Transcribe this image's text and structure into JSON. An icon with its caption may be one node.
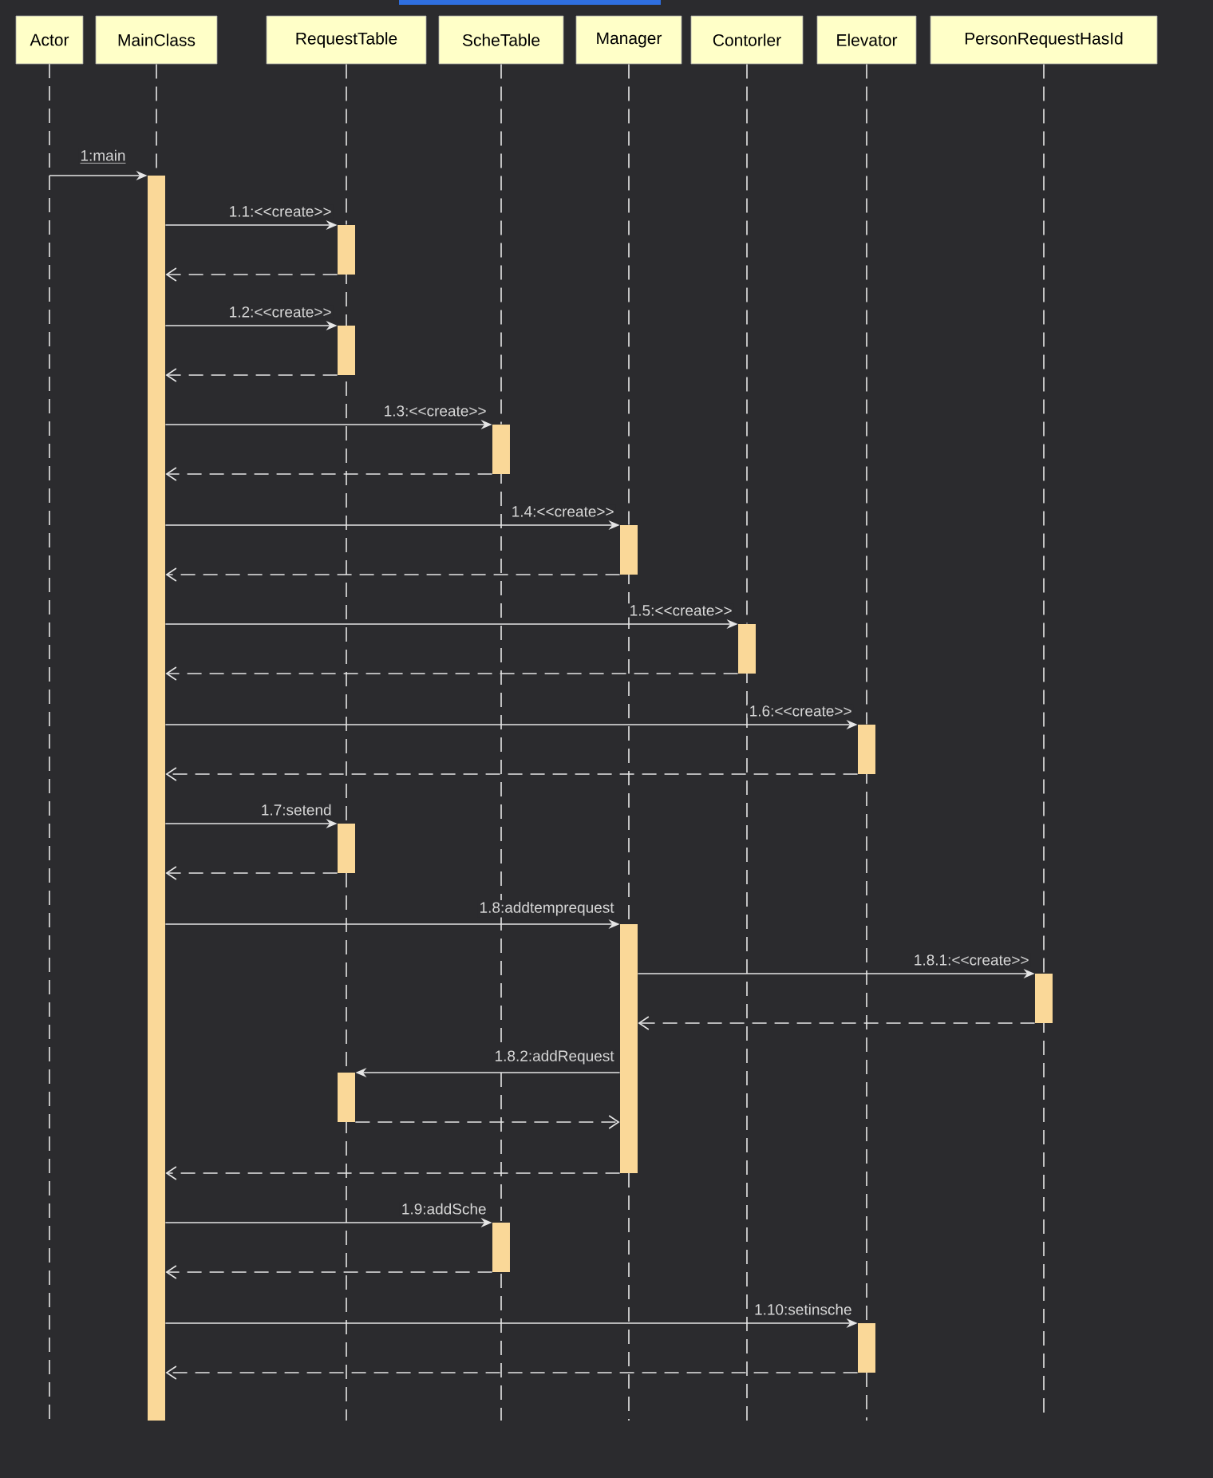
{
  "diagram": {
    "nodes": [
      {
        "text": [
          "Actor"
        ]
      },
      {
        "text": [
          "MainClass"
        ]
      },
      {
        "text": [
          "RequestTable"
        ]
      },
      {
        "text": [
          "ScheTable"
        ]
      },
      {
        "text": [
          "Manager"
        ]
      },
      {
        "text": [
          "Contorler"
        ]
      },
      {
        "text": [
          "Elevator"
        ]
      },
      {
        "text": [
          "PersonRequestHasId"
        ]
      },
      {
        "text": [],
        "shape": "bar"
      },
      {
        "text": [],
        "shape": "bar"
      },
      {
        "text": [],
        "shape": "bar"
      },
      {
        "text": [],
        "shape": "bar"
      },
      {
        "text": [],
        "shape": "bar"
      },
      {
        "text": [],
        "shape": "bar"
      },
      {
        "text": [],
        "shape": "bar"
      },
      {
        "text": [],
        "shape": "bar"
      },
      {
        "text": [],
        "shape": "bar"
      },
      {
        "text": [],
        "shape": "bar"
      },
      {
        "text": [],
        "shape": "bar"
      },
      {
        "text": [],
        "shape": "bar"
      },
      {
        "text": [],
        "shape": "bar"
      }
    ],
    "edges": [
      {
        "from": null,
        "to": 8,
        "arrow": "to",
        "label": "1:main"
      },
      {
        "from": 8,
        "to": 9,
        "arrow": "to",
        "label": "1.1:<<create>>"
      },
      {
        "from": 9,
        "to": 8,
        "arrow": "to",
        "style": "dashed"
      },
      {
        "from": 8,
        "to": 10,
        "arrow": "to",
        "label": "1.2:<<create>>"
      },
      {
        "from": 10,
        "to": 8,
        "arrow": "to",
        "style": "dashed"
      },
      {
        "from": 8,
        "to": 11,
        "arrow": "to",
        "label": "1.3:<<create>>"
      },
      {
        "from": 11,
        "to": 8,
        "arrow": "to",
        "style": "dashed"
      },
      {
        "from": 8,
        "to": 12,
        "arrow": "to",
        "label": "1.4:<<create>>"
      },
      {
        "from": 12,
        "to": 8,
        "arrow": "to",
        "style": "dashed"
      },
      {
        "from": 8,
        "to": 13,
        "arrow": "to",
        "label": "1.5:<<create>>"
      },
      {
        "from": 13,
        "to": 8,
        "arrow": "to",
        "style": "dashed"
      },
      {
        "from": 8,
        "to": 14,
        "arrow": "to",
        "label": "1.6:<<create>>"
      },
      {
        "from": 14,
        "to": 8,
        "arrow": "to",
        "style": "dashed"
      },
      {
        "from": 8,
        "to": 15,
        "arrow": "to",
        "label": "1.7:setend"
      },
      {
        "from": 15,
        "to": 8,
        "arrow": "to",
        "style": "dashed"
      },
      {
        "from": 8,
        "to": 16,
        "arrow": "to",
        "label": "1.8:addtemprequest"
      },
      {
        "from": 16,
        "to": 17,
        "arrow": "to",
        "label": "1.8.1:<<create>>"
      },
      {
        "from": 17,
        "to": 16,
        "arrow": "to",
        "style": "dashed"
      },
      {
        "from": 16,
        "to": 18,
        "arrow": "to",
        "label": "1.8.2:addRequest"
      },
      {
        "from": 18,
        "to": 16,
        "arrow": "to",
        "style": "dashed"
      },
      {
        "from": 16,
        "to": 8,
        "arrow": "to",
        "style": "dashed"
      },
      {
        "from": 8,
        "to": 19,
        "arrow": "to",
        "label": "1.9:addSche"
      },
      {
        "from": 19,
        "to": 8,
        "arrow": "to",
        "style": "dashed"
      },
      {
        "from": 8,
        "to": 20,
        "arrow": "to",
        "label": "1.10:setinsche"
      },
      {
        "from": 20,
        "to": 8,
        "arrow": "to",
        "style": "dashed"
      },
      {
        "from": 1,
        "to": 8,
        "arrow": "none",
        "style": "dashed"
      },
      {
        "from": 2,
        "to": 9,
        "arrow": "none",
        "style": "dashed"
      },
      {
        "from": 3,
        "to": 11,
        "arrow": "none",
        "style": "dashed"
      },
      {
        "from": 4,
        "to": 12,
        "arrow": "none",
        "style": "dashed"
      },
      {
        "from": 5,
        "to": 13,
        "arrow": "none",
        "style": "dashed"
      },
      {
        "from": 6,
        "to": 14,
        "arrow": "none",
        "style": "dashed"
      },
      {
        "from": 7,
        "to": 17,
        "arrow": "none",
        "style": "dashed"
      }
    ]
  }
}
